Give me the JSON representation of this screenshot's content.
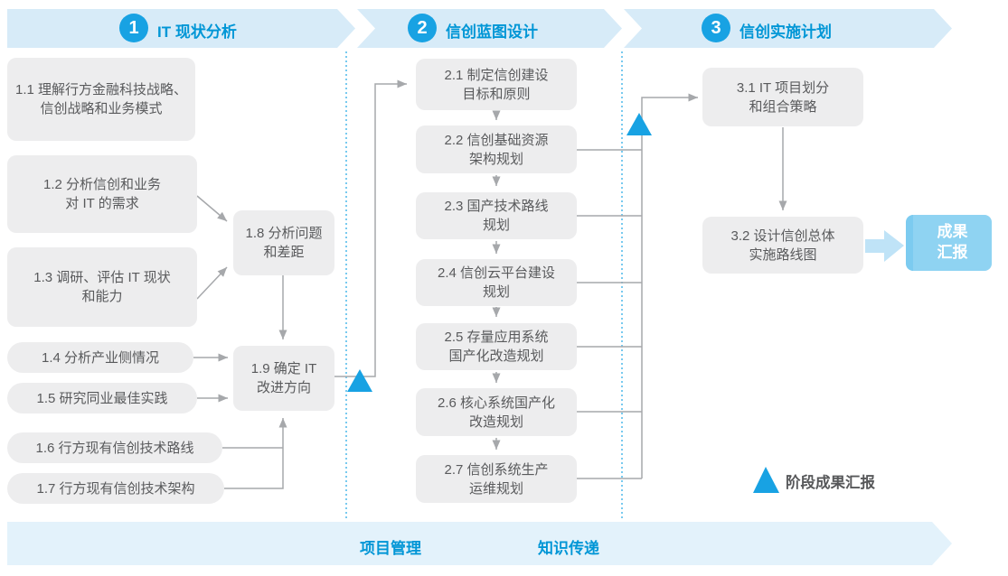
{
  "phases": [
    {
      "number": "1",
      "title": "IT 现状分析"
    },
    {
      "number": "2",
      "title": "信创蓝图设计"
    },
    {
      "number": "3",
      "title": "信创实施计划"
    }
  ],
  "boxes": {
    "b11": "1.1 理解行方金融科技战略、\n信创战略和业务模式",
    "b12": "1.2 分析信创和业务\n对 IT 的需求",
    "b13": "1.3 调研、评估 IT 现状\n和能力",
    "b14": "1.4 分析产业侧情况",
    "b15": "1.5 研究同业最佳实践",
    "b16": "1.6 行方现有信创技术路线",
    "b17": "1.7 行方现有信创技术架构",
    "b18": "1.8 分析问题\n和差距",
    "b19": "1.9 确定 IT\n改进方向",
    "b21": "2.1 制定信创建设\n目标和原则",
    "b22": "2.2 信创基础资源\n架构规划",
    "b23": "2.3 国产技术路线\n规划",
    "b24": "2.4 信创云平台建设\n规划",
    "b25": "2.5 存量应用系统\n国产化改造规划",
    "b26": "2.6 核心系统国产化\n改造规划",
    "b27": "2.7 信创系统生产\n运维规划",
    "b31": "3.1 IT 项目划分\n和组合策略",
    "b32": "3.2 设计信创总体\n实施路线图"
  },
  "result_box": "成果\n汇报",
  "legend": "阶段成果汇报",
  "footer": {
    "items": [
      "项目管理",
      "知识传递"
    ]
  },
  "colors": {
    "accent_blue": "#18A2E3",
    "header_text": "#0096D6",
    "banner_bg": "#D7EBF8",
    "footer_bg": "#E3F2FB",
    "box_bg": "#EDEDEE",
    "box_text": "#595A5C",
    "connector_gray": "#A6A8AB",
    "result_bg": "#8FD3F2",
    "block_arrow": "#BFE3F7"
  }
}
